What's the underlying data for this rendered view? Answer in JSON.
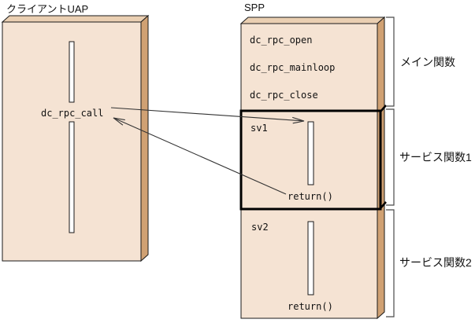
{
  "client": {
    "title": "クライアントUAP",
    "call_label": "dc_rpc_call"
  },
  "spp": {
    "title": "SPP",
    "main_functions": [
      "dc_rpc_open",
      "dc_rpc_mainloop",
      "dc_rpc_close"
    ],
    "services": [
      {
        "name": "sv1",
        "return_label": "return()"
      },
      {
        "name": "sv2",
        "return_label": "return()"
      }
    ]
  },
  "brackets": [
    {
      "label": "メイン関数"
    },
    {
      "label": "サービス関数1"
    },
    {
      "label": "サービス関数2"
    }
  ],
  "colors": {
    "box_front": "#f5e3d3",
    "box_top": "#eacfb2",
    "box_side": "#d0a173",
    "outline": "#1a1a1a",
    "arrow": "#333333",
    "bracket": "#4a4a4a"
  }
}
